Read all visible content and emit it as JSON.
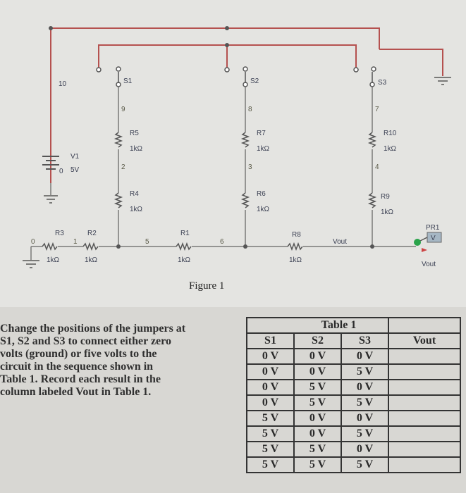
{
  "figure": {
    "caption": "Figure 1",
    "labels": {
      "n10": "10",
      "v1": "V1",
      "v1_val": "5V",
      "v1_node": "0",
      "s1": "S1",
      "s2": "S2",
      "s3": "S3",
      "n9": "9",
      "n8": "8",
      "n7": "7",
      "n2": "2",
      "n3": "3",
      "n4": "4",
      "n5": "5",
      "n6": "6",
      "n1": "1",
      "n0": "0",
      "r1": "R1",
      "r1_val": "1kΩ",
      "r2": "R2",
      "r2_val": "1kΩ",
      "r3": "R3",
      "r3_val": "1kΩ",
      "r4": "R4",
      "r4_val": "1kΩ",
      "r5": "R5",
      "r5_val": "1kΩ",
      "r6": "R6",
      "r6_val": "1kΩ",
      "r7": "R7",
      "r7_val": "1kΩ",
      "r8": "R8",
      "r8_val": "1kΩ",
      "r9": "R9",
      "r9_val": "1kΩ",
      "r10": "R10",
      "r10_val": "1kΩ",
      "vout_net": "Vout",
      "pr1": "PR1",
      "probe_v": "V",
      "probe_vout": "Vout"
    }
  },
  "instructions": "Change the positions of the jumpers at\nS1, S2 and S3 to connect either zero\nvolts (ground) or five volts to the\ncircuit in the sequence shown in\nTable 1. Record each result in the\ncolumn labeled Vout in Table 1.",
  "table": {
    "title": "Table 1",
    "headers": [
      "S1",
      "S2",
      "S3",
      "Vout"
    ],
    "rows": [
      [
        "0 V",
        "0 V",
        "0 V",
        ""
      ],
      [
        "0 V",
        "0 V",
        "5 V",
        ""
      ],
      [
        "0 V",
        "5 V",
        "0 V",
        ""
      ],
      [
        "0 V",
        "5 V",
        "5 V",
        ""
      ],
      [
        "5 V",
        "0 V",
        "0 V",
        ""
      ],
      [
        "5 V",
        "0 V",
        "5 V",
        ""
      ],
      [
        "5 V",
        "5 V",
        "0 V",
        ""
      ],
      [
        "5 V",
        "5 V",
        "5 V",
        ""
      ]
    ]
  }
}
